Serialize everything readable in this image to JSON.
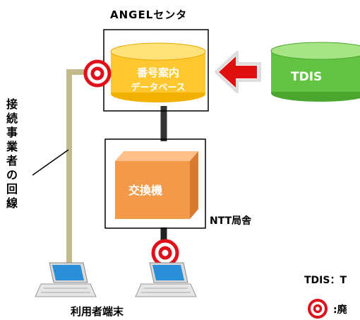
{
  "labels": {
    "center_title": "ANGELセンタ",
    "db_line1": "番号案内",
    "db_line2": "データベース",
    "tdis": "TDIS",
    "exchange": "交換機",
    "office": "NTT局舎",
    "operator_line": "接続事業者の回線",
    "user_terminal": "利用者端末",
    "legend_tdis": "TDIS：T",
    "legend_mark": ":廃"
  },
  "colors": {
    "db_gold": "#ffcc33",
    "db_gold_top": "#ffe066",
    "tdis_green": "#5cbf3a",
    "tdis_green_top": "#9ee07a",
    "exchange_orange": "#f4a25a",
    "arrow_red": "#e01010",
    "mark_red": "#e0101a",
    "line_tan": "#c4b98a",
    "line_dark": "#333333"
  },
  "icons": {
    "target": "double-circle-icon",
    "arrow": "left-arrow-icon",
    "laptop": "laptop-icon"
  }
}
